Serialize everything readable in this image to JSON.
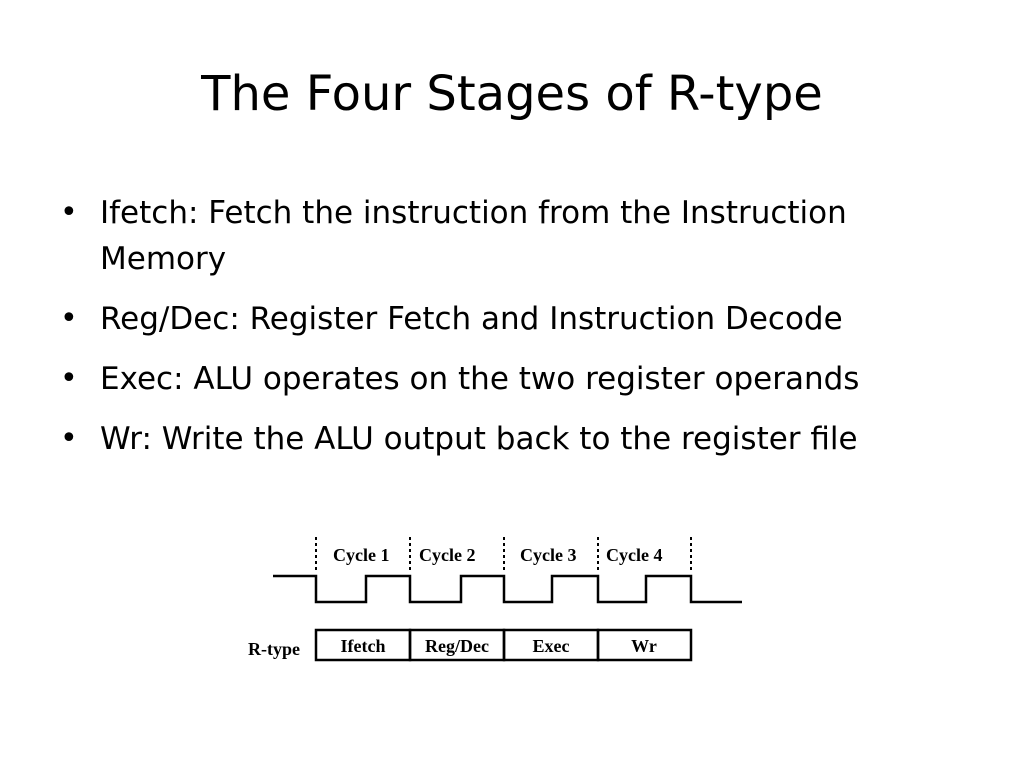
{
  "slide": {
    "title": "The Four Stages of R-type",
    "bullets": [
      "Ifetch: Fetch the instruction from the Instruction Memory",
      "Reg/Dec: Register Fetch and Instruction Decode",
      "Exec:  ALU operates on the two register operands",
      "Wr: Write the ALU output back to the register file"
    ]
  },
  "diagram": {
    "cycles": [
      "Cycle 1",
      "Cycle 2",
      "Cycle 3",
      "Cycle 4"
    ],
    "row_label": "R-type",
    "stages": [
      "Ifetch",
      "Reg/Dec",
      "Exec",
      "Wr"
    ]
  }
}
